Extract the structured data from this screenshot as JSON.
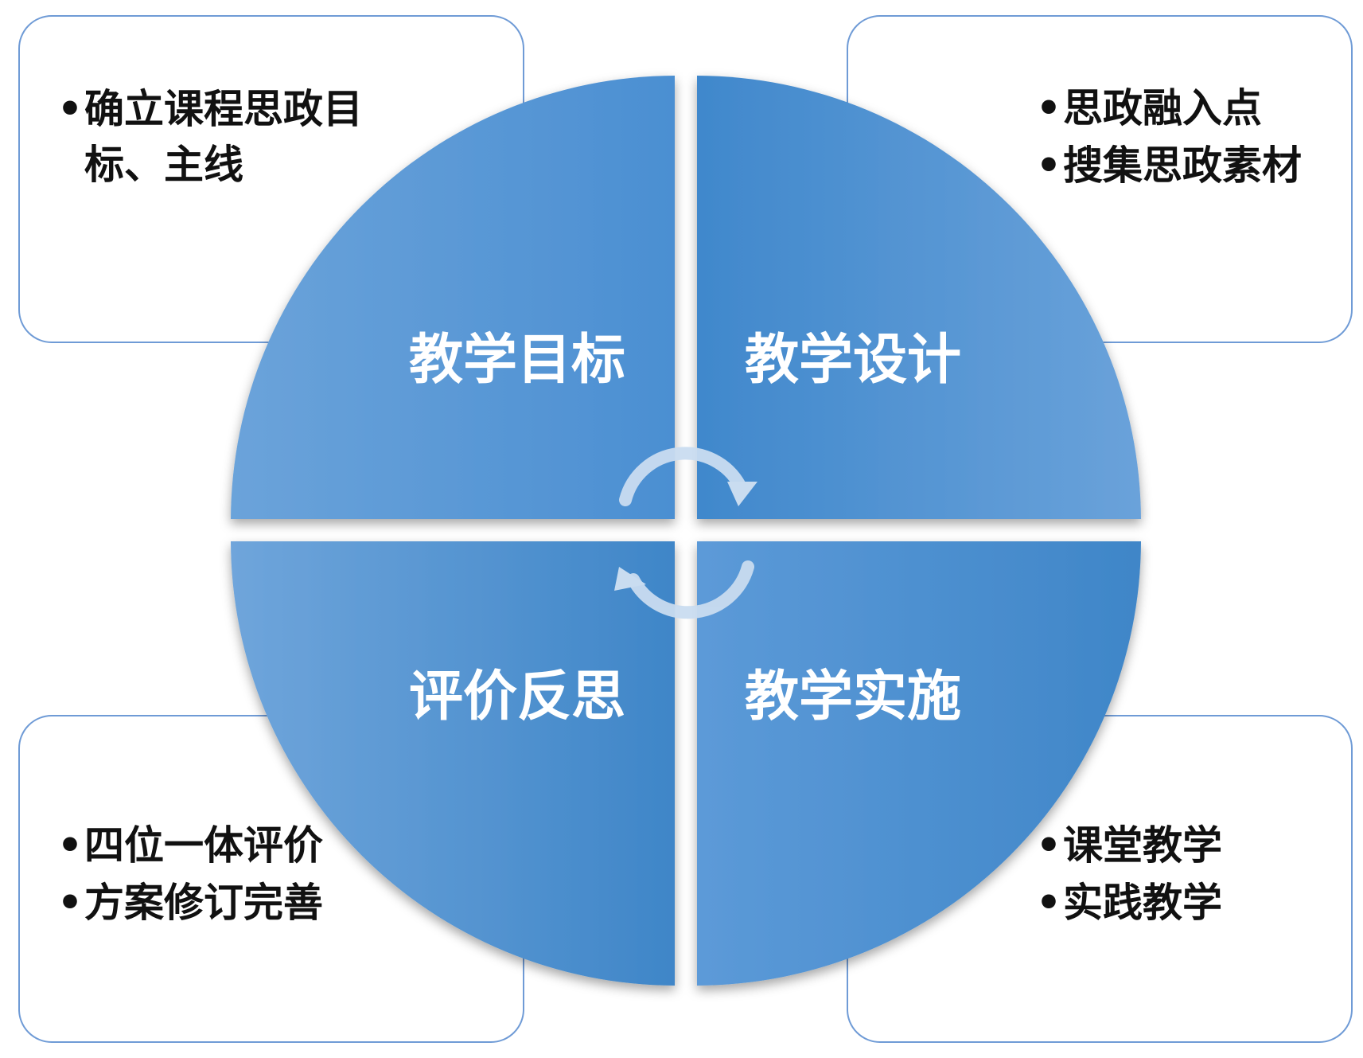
{
  "quadrants": {
    "top_left": "教学目标",
    "top_right": "教学设计",
    "bottom_right": "教学实施",
    "bottom_left": "评价反思"
  },
  "notes": {
    "top_left": [
      "确立课程思政目标、主线"
    ],
    "top_right": [
      "思政融入点",
      "搜集思政素材"
    ],
    "bottom_left": [
      "四位一体评价",
      "方案修订完善"
    ],
    "bottom_right": [
      "课堂教学",
      "实践教学"
    ]
  },
  "colors": {
    "quadrant_dark": "#3f86c8",
    "quadrant_light": "#6fa5db",
    "box_border": "#6f9bd6",
    "arrow": "#c7d9ee"
  },
  "icons": [
    "cycle-arrow-icon"
  ]
}
